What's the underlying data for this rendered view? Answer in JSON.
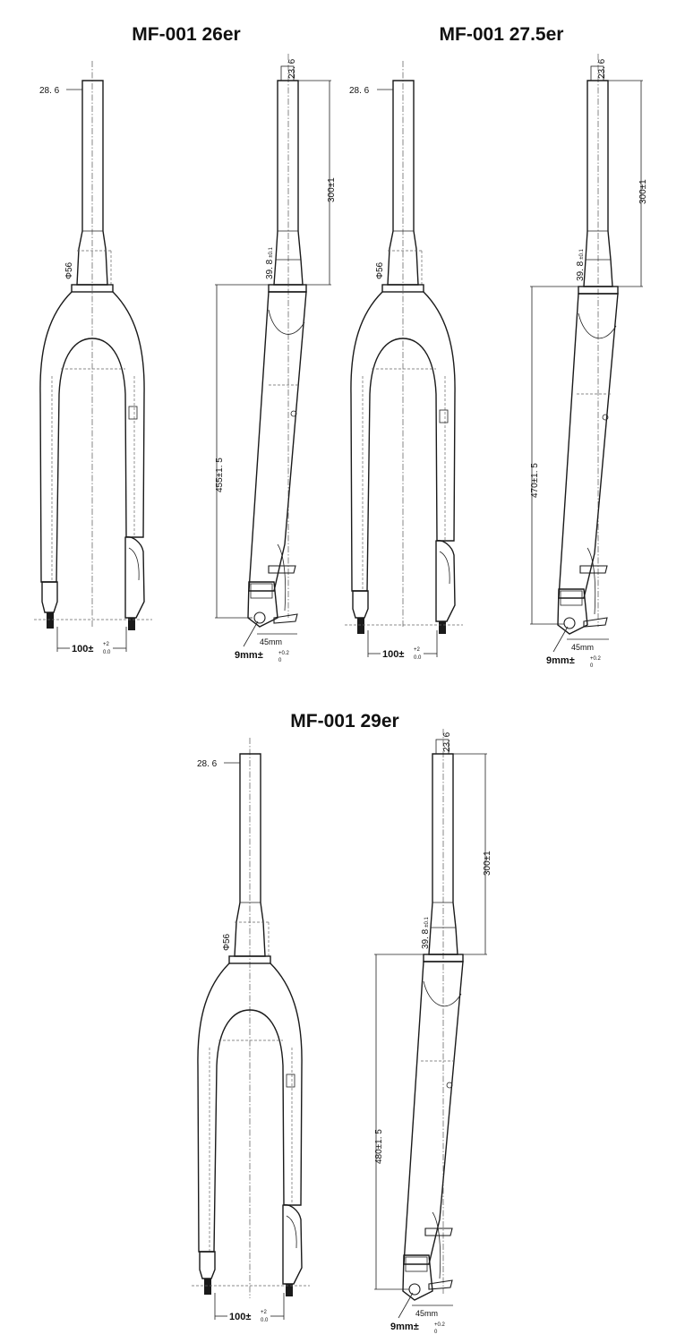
{
  "forks": [
    {
      "title": "MF-001 26er",
      "steerer_diameter": "28. 6",
      "crown_diameter": "Φ56",
      "top_diameter": "23. 6",
      "steerer_length": "300±1",
      "crown_race": "39. 8",
      "crown_race_tol": "±0.1",
      "axle_to_crown": "455±1. 5",
      "hub_spacing": "100",
      "hub_spacing_tol_upper": "+2",
      "hub_spacing_tol_lower": "0.0",
      "brake_offset": "45mm",
      "dropout_width": "9mm",
      "dropout_tol_upper": "+0.2",
      "dropout_tol_lower": "0"
    },
    {
      "title": "MF-001 27.5er",
      "steerer_diameter": "28. 6",
      "crown_diameter": "Φ56",
      "top_diameter": "23. 6",
      "steerer_length": "300±1",
      "crown_race": "39. 8",
      "crown_race_tol": "±0.1",
      "axle_to_crown": "470±1. 5",
      "hub_spacing": "100",
      "hub_spacing_tol_upper": "+2",
      "hub_spacing_tol_lower": "0.0",
      "brake_offset": "45mm",
      "dropout_width": "9mm",
      "dropout_tol_upper": "+0.2",
      "dropout_tol_lower": "0"
    },
    {
      "title": "MF-001 29er",
      "steerer_diameter": "28. 6",
      "crown_diameter": "Φ56",
      "top_diameter": "23. 6",
      "steerer_length": "300±1",
      "crown_race": "39. 8",
      "crown_race_tol": "±0.1",
      "axle_to_crown": "480±1. 5",
      "hub_spacing": "100",
      "hub_spacing_tol_upper": "+2",
      "hub_spacing_tol_lower": "0.0",
      "brake_offset": "45mm",
      "dropout_width": "9mm",
      "dropout_tol_upper": "+0.2",
      "dropout_tol_lower": "0"
    }
  ]
}
